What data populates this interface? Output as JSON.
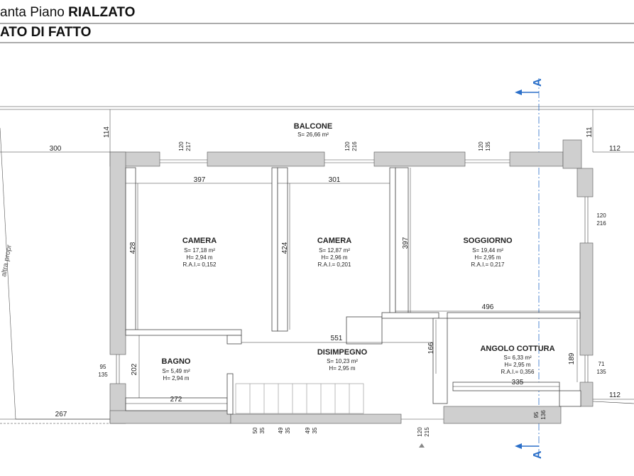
{
  "header": {
    "line1_prefix": "anta Piano ",
    "line1_bold": "RIALZATO",
    "line2": "ATO DI FATTO"
  },
  "section_marker": "A",
  "rooms": [
    {
      "name": "BALCONE",
      "area": "S= 26,66 m²"
    },
    {
      "name": "CAMERA",
      "area": "S= 17,18 m²",
      "height": "H= 2,94 m",
      "rai": "R.A.I.= 0,152"
    },
    {
      "name": "CAMERA",
      "area": "S= 12,87 m²",
      "height": "H= 2,96 m",
      "rai": "R.A.I.= 0,201"
    },
    {
      "name": "SOGGIORNO",
      "area": "S= 19,44 m²",
      "height": "H= 2,95 m",
      "rai": "R.A.I.= 0,217"
    },
    {
      "name": "BAGNO",
      "area": "S= 5,49 m²",
      "height": "H= 2,94 m"
    },
    {
      "name": "DISIMPEGNO",
      "area": "S= 10,23 m²",
      "height": "H= 2,95 m"
    },
    {
      "name": "ANGOLO COTTURA",
      "area": "S= 6,33 m²",
      "height": "H= 2,95 m",
      "rai": "R.A.I.= 0,356"
    }
  ],
  "dimensions": {
    "d300": "300",
    "d114": "114",
    "d111": "111",
    "d112a": "112",
    "d112b": "112",
    "d397a": "397",
    "d301": "301",
    "d428": "428",
    "d424": "424",
    "d397b": "397",
    "d496": "496",
    "d551": "551",
    "d166": "166",
    "d189": "189",
    "d202": "202",
    "d272": "272",
    "d335": "335",
    "d267": "267",
    "w1a": "120",
    "w1b": "217",
    "w2a": "120",
    "w2b": "216",
    "w3a": "120",
    "w3b": "135",
    "w4a": "120",
    "w4b": "216",
    "w5a": "71",
    "w5b": "135",
    "w6a": "95",
    "w6b": "135",
    "w7a": "95",
    "w7b": "136",
    "w8a": "120",
    "w8b": "215",
    "s1a": "50",
    "s1b": "35",
    "s2a": "49",
    "s2b": "35",
    "s3a": "49",
    "s3b": "35"
  },
  "side_text": "altra propr"
}
